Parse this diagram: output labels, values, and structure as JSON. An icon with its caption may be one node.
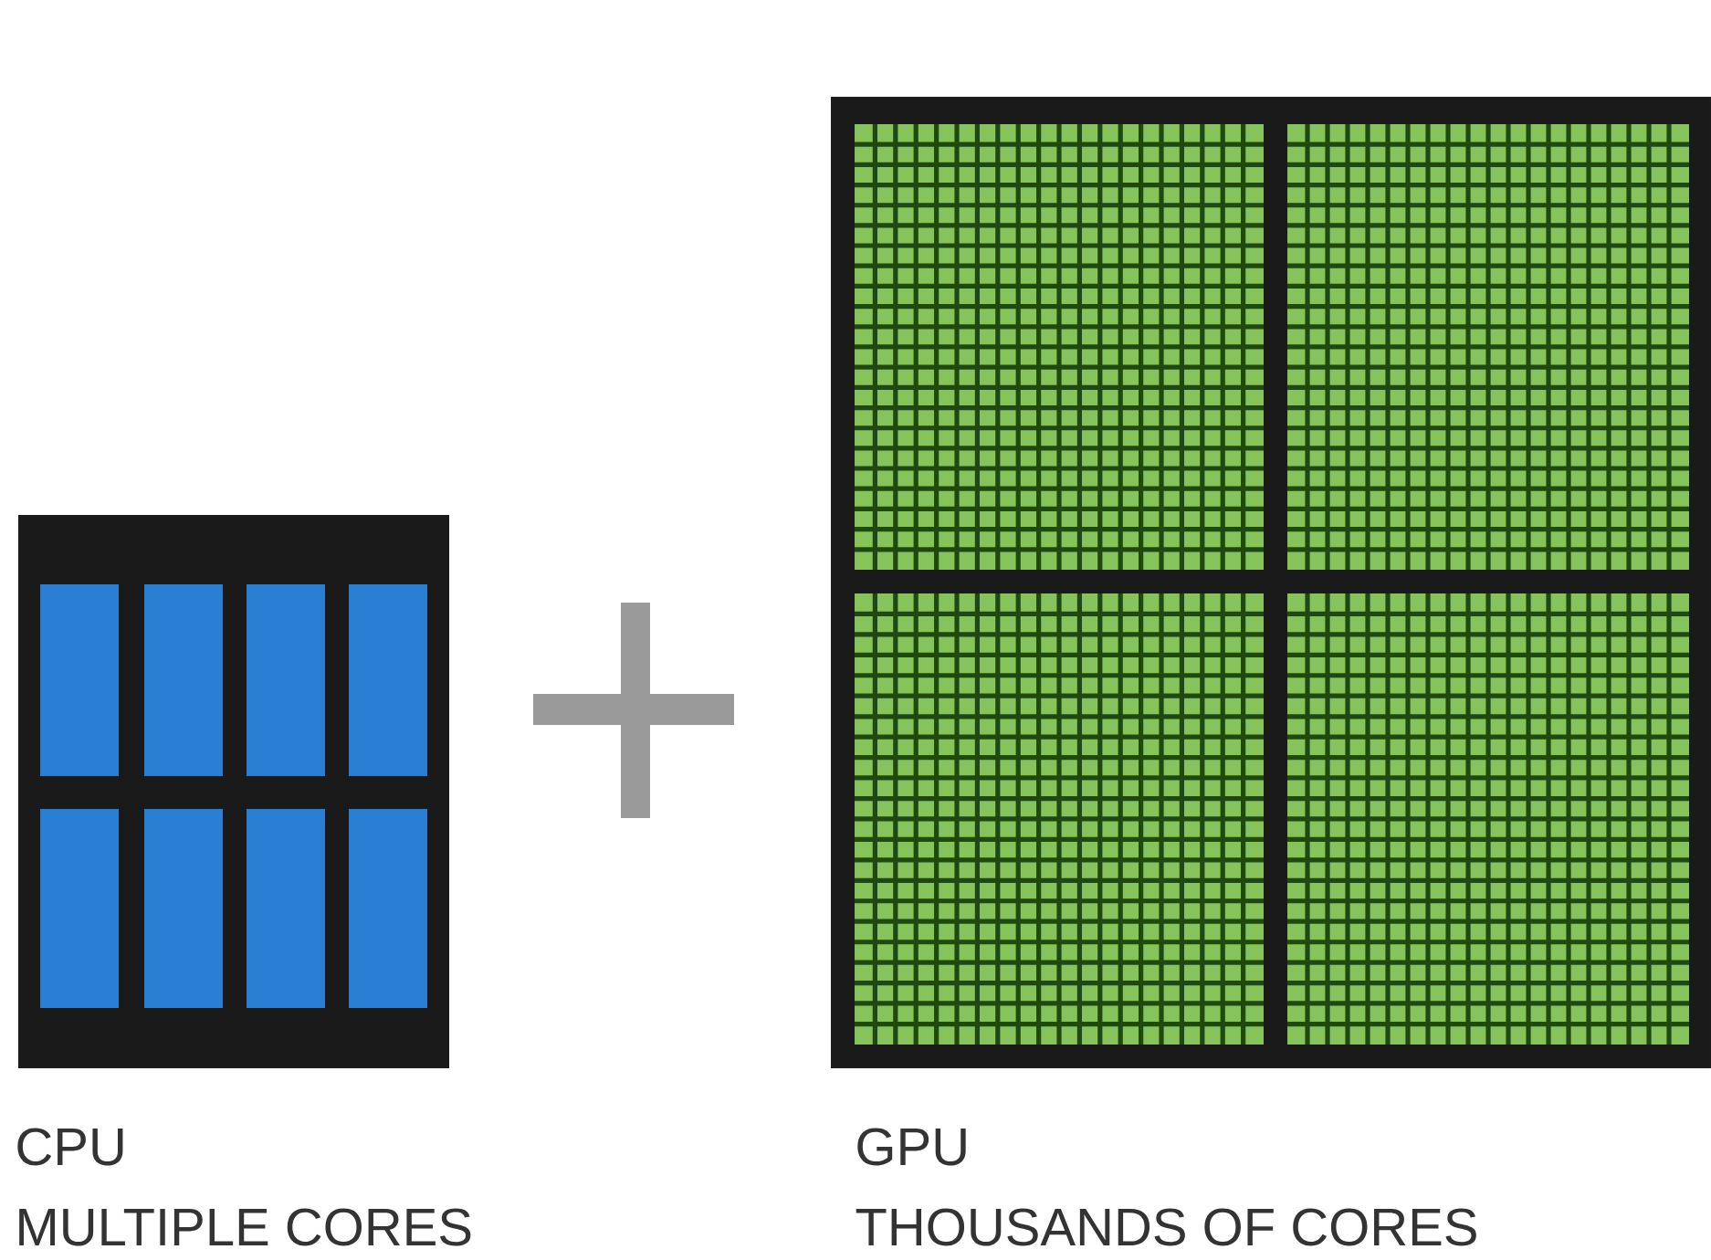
{
  "diagram": {
    "nodes": [
      {
        "text": [
          "CPU",
          "MULTIPLE CORES"
        ]
      },
      {
        "text": [
          "GPU",
          "THOUSANDS OF CORES"
        ]
      }
    ]
  }
}
